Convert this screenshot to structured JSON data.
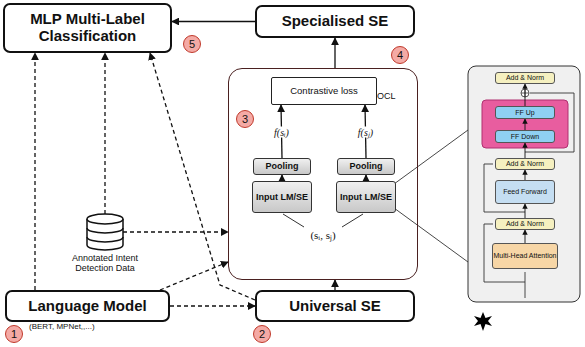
{
  "diagram": {
    "nodes": [
      {
        "text": [
          "MLP Multi-Label Classification"
        ]
      },
      {
        "text": [
          "5"
        ]
      },
      {
        "text": [
          "Specialised SE"
        ]
      },
      {
        "text": [
          "4"
        ]
      },
      {
        "text": [
          "OCL"
        ]
      },
      {
        "text": [
          "Contrastive loss"
        ],
        "in": 4
      },
      {
        "text": [
          "3"
        ],
        "in": 4
      },
      {
        "text": [
          "Pooling"
        ],
        "in": 4
      },
      {
        "text": [
          "Pooling"
        ],
        "in": 4
      },
      {
        "text": [
          "Input LM/SE"
        ],
        "in": 4
      },
      {
        "text": [
          "Input LM/SE"
        ],
        "in": 4
      },
      {
        "text": [
          "Add & Norm"
        ]
      },
      {
        "text": [
          "FF Up"
        ]
      },
      {
        "text": [
          "FF Down"
        ]
      },
      {
        "text": [
          "Add & Norm"
        ]
      },
      {
        "text": [
          "Feed Forward"
        ]
      },
      {
        "text": [
          "Add & Norm"
        ]
      },
      {
        "text": [
          "Multi-Head Attention"
        ]
      },
      {
        "text": [
          "Annotated Intent Detection Data"
        ]
      },
      {
        "text": [
          "Language Model",
          "(BERT, MPNet,,...)"
        ]
      },
      {
        "text": [
          "1"
        ]
      },
      {
        "text": [
          "Universal SE"
        ]
      },
      {
        "text": [
          "2"
        ]
      }
    ],
    "edges": [
      {
        "from": 19,
        "to": 0,
        "arrow": "to"
      },
      {
        "from": 19,
        "to": 21,
        "arrow": "to"
      },
      {
        "from": 19,
        "to": 4,
        "arrow": "to"
      },
      {
        "from": 21,
        "to": 0,
        "arrow": "to"
      },
      {
        "from": 21,
        "to": 4,
        "arrow": "to"
      },
      {
        "from": 18,
        "to": 0,
        "arrow": "to"
      },
      {
        "from": 18,
        "to": 4,
        "arrow": "to"
      },
      {
        "from": 4,
        "to": 2,
        "arrow": "to"
      },
      {
        "from": 2,
        "to": 0,
        "arrow": "to"
      },
      {
        "from": 7,
        "to": 5,
        "label": "f(sᵢ)",
        "arrow": "to"
      },
      {
        "from": 8,
        "to": 5,
        "label": "f(sⱼ)",
        "arrow": "to"
      },
      {
        "from": 9,
        "to": 7,
        "arrow": "to"
      },
      {
        "from": 10,
        "to": 8,
        "arrow": "to"
      },
      {
        "from": 17,
        "to": 16,
        "arrow": "to"
      },
      {
        "from": 16,
        "to": 15,
        "arrow": "to"
      },
      {
        "from": 15,
        "to": 14,
        "arrow": "to"
      },
      {
        "from": 14,
        "to": 13,
        "arrow": "to"
      },
      {
        "from": 13,
        "to": 12,
        "arrow": "to"
      },
      {
        "from": 12,
        "to": 11,
        "arrow": "to"
      }
    ],
    "labels": [
      "(sᵢ, sⱼ)"
    ]
  }
}
